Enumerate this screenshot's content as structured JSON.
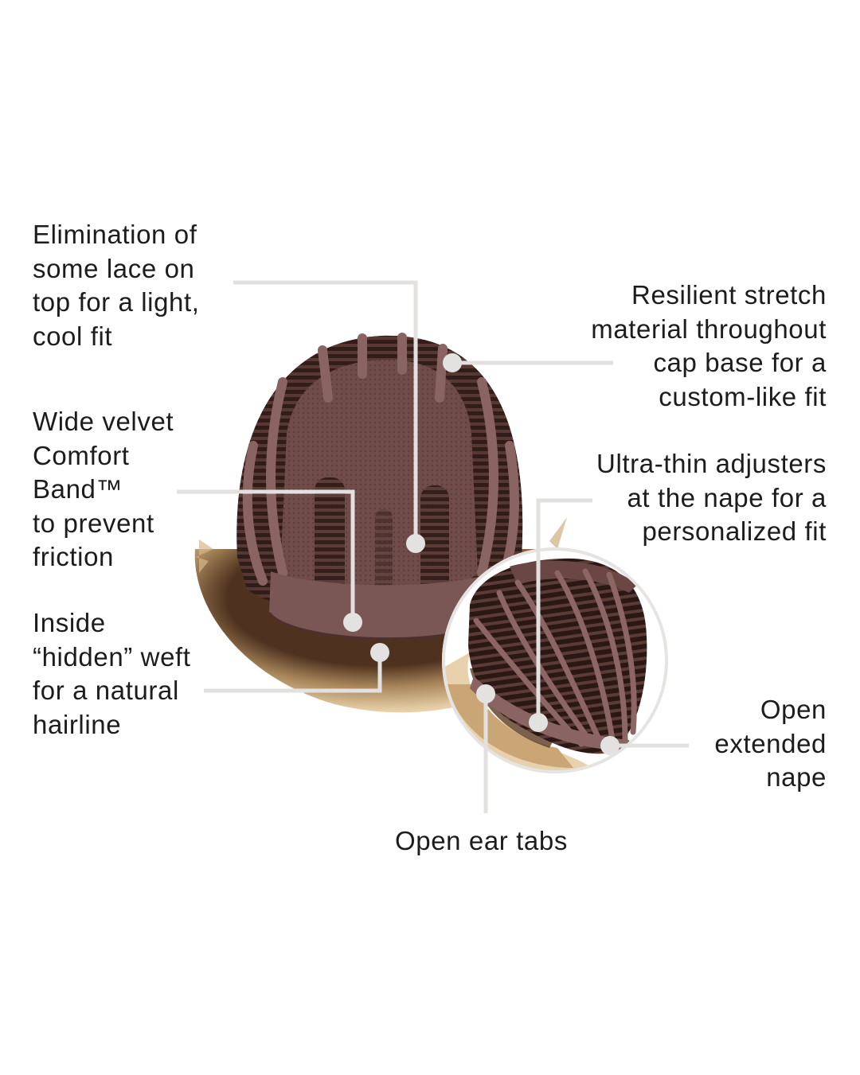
{
  "diagram": {
    "subject": "wig-cap-construction",
    "colors": {
      "background": "#ffffff",
      "text": "#1c1c1c",
      "callout_line": "#e3e1df",
      "callout_dot": "#e4e2e0",
      "cap_dark": "#3a2420",
      "cap_band": "#8a6462",
      "cap_lace": "#6d4a48",
      "hair_blonde": "#d9b98a",
      "hair_root": "#5a3a22",
      "inset_ring": "#e6e4e2"
    },
    "callouts": [
      {
        "id": "lace-top",
        "lines": [
          "Elimination of",
          "some lace on",
          "top for a light,",
          "cool fit"
        ],
        "side": "left"
      },
      {
        "id": "comfort-band",
        "lines": [
          "Wide velvet",
          "Comfort",
          "Band™",
          "to prevent",
          "friction"
        ],
        "side": "left"
      },
      {
        "id": "hidden-weft",
        "lines": [
          "Inside",
          "“hidden” weft",
          "for a natural",
          "hairline"
        ],
        "side": "left"
      },
      {
        "id": "stretch-material",
        "lines": [
          "Resilient stretch",
          "material throughout",
          "cap base for a",
          "custom-like fit"
        ],
        "side": "right"
      },
      {
        "id": "adjusters",
        "lines": [
          "Ultra-thin adjusters",
          "at the nape for a",
          "personalized fit"
        ],
        "side": "right"
      },
      {
        "id": "extended-nape",
        "lines": [
          "Open",
          "extended",
          "nape"
        ],
        "side": "right"
      },
      {
        "id": "ear-tabs",
        "lines": [
          "Open ear tabs"
        ],
        "side": "bottom"
      }
    ]
  }
}
